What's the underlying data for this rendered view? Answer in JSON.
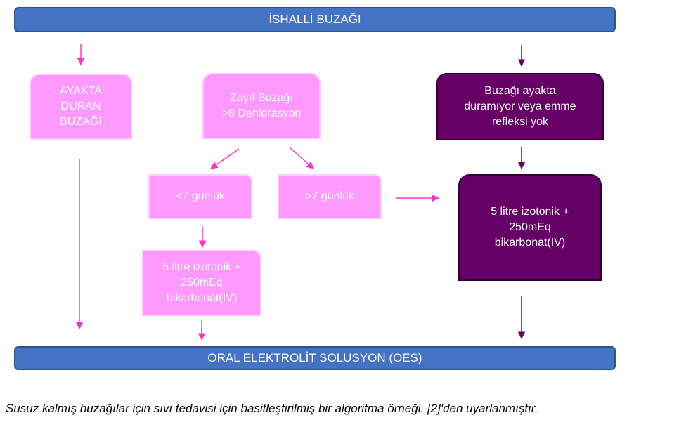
{
  "diagram": {
    "top_bar": "İSHALLİ BUZAĞI",
    "bottom_bar": "ORAL ELEKTROLİT SOLUSYON (OES)",
    "standing_calf": "AYAKTA\nDURAN\nBUZAĞI",
    "weak_calf": "Zayıf Buzağı\n>8 Dehidrasyon",
    "under_7_days": "<7 günlük",
    "over_7_days": ">7 günlük",
    "treatment_left": "5 litre izotonik +\n250mEq\nbikarbonat(IV)",
    "cannot_stand": "Buzağı ayakta\nduramıyor veya emme\nrefleksi yok",
    "treatment_right": "5 litre izotonik +\n250mEq\nbikarbonat(IV)"
  },
  "colors": {
    "pink": "#ff99ff",
    "purple": "#660066",
    "blue": "#4472c4",
    "pink_arrow": "#ff33cc",
    "purple_arrow": "#660066"
  },
  "caption": "Susuz kalmış buzağılar için sıvı tedavisi için basitleştirilmiş bir algoritma örneği. [2]'den uyarlanmıştır."
}
